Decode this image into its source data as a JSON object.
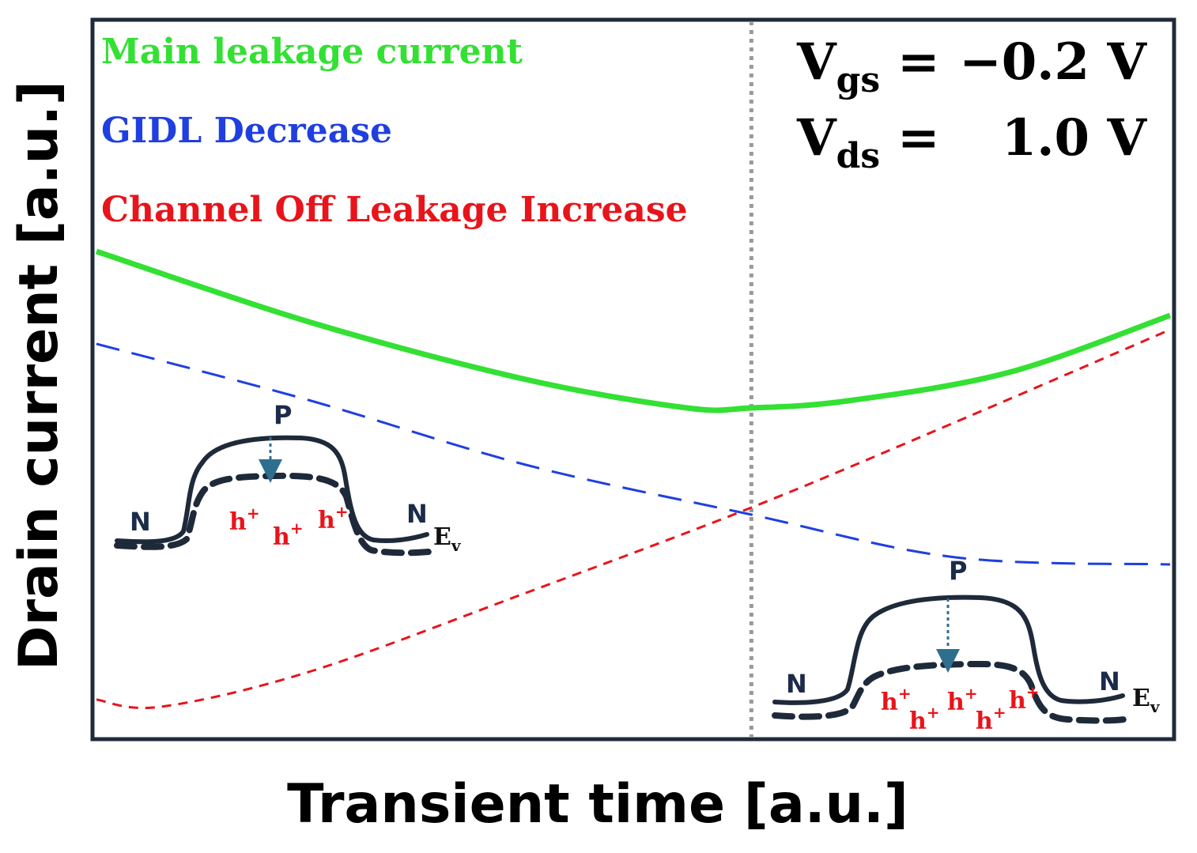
{
  "chart_data": {
    "type": "line",
    "xlabel": "Transient time [a.u.]",
    "ylabel": "Drain current [a.u.]",
    "xlim": [
      0,
      1
    ],
    "ylim": [
      0,
      1
    ],
    "grid": false,
    "legend_position": "top-left",
    "series": [
      {
        "name": "Main leakage current",
        "color": "#33e033",
        "style": "solid",
        "x": [
          0,
          0.2,
          0.4,
          0.55,
          0.61,
          0.7,
          0.85,
          1.0
        ],
        "y": [
          0.68,
          0.58,
          0.5,
          0.46,
          0.46,
          0.47,
          0.51,
          0.59
        ]
      },
      {
        "name": "GIDL Decrease",
        "color": "#1f3fe0",
        "style": "long-dash",
        "x": [
          0,
          0.2,
          0.4,
          0.61,
          0.8,
          1.0
        ],
        "y": [
          0.55,
          0.47,
          0.38,
          0.31,
          0.25,
          0.24
        ]
      },
      {
        "name": "Channel Off Leakage Increase",
        "color": "#e8141b",
        "style": "short-dash",
        "x": [
          0,
          0.06,
          0.2,
          0.4,
          0.61,
          0.8,
          1.0
        ],
        "y": [
          0.05,
          0.04,
          0.09,
          0.2,
          0.32,
          0.44,
          0.57
        ]
      }
    ],
    "vline": {
      "x": 0.61,
      "color": "#999999",
      "style": "dotted"
    },
    "annotations": {
      "vgs": {
        "symbol": "V",
        "sub": "gs",
        "eq": "=",
        "value": "−0.2 V"
      },
      "vds": {
        "symbol": "V",
        "sub": "ds",
        "eq": "=",
        "value": "1.0 V"
      }
    }
  },
  "insets": {
    "left": {
      "n_left": "N",
      "n_right": "N",
      "p": "P",
      "ev": "E",
      "ev_sub": "v",
      "holes": [
        "h",
        "h",
        "h"
      ],
      "hole_sup": "+"
    },
    "right": {
      "n_left": "N",
      "n_right": "N",
      "p": "P",
      "ev": "E",
      "ev_sub": "v",
      "holes": [
        "h",
        "h",
        "h",
        "h",
        "h"
      ],
      "hole_sup": "+"
    }
  }
}
